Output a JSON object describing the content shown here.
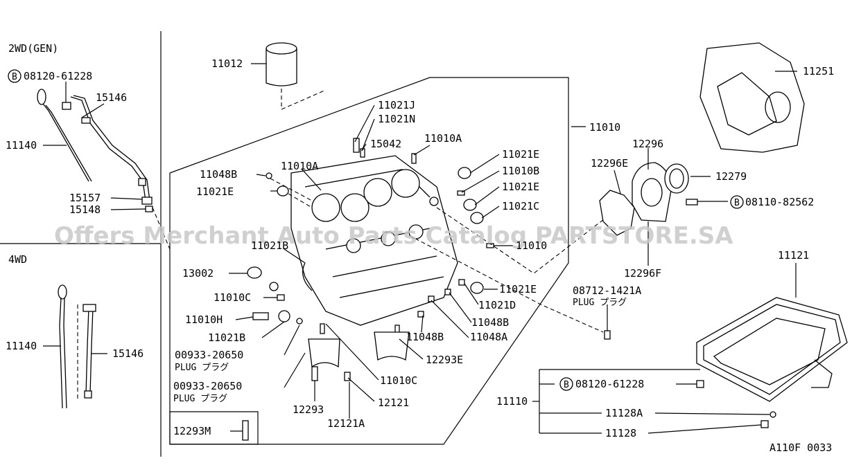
{
  "sections": {
    "top_left": "2WD(GEN)",
    "mid_left": "4WD"
  },
  "labels": {
    "p11012": "11012",
    "p11021J": "11021J",
    "p11021N": "11021N",
    "p15042": "15042",
    "p11010A_top": "11010A",
    "p11010": "11010",
    "p11048B_left": "11048B",
    "p11010A": "11010A",
    "p11021E_left": "11021E",
    "p11021E_r1": "11021E",
    "p11010B": "11010B",
    "p11021E_r2": "11021E",
    "p11021C": "11021C",
    "p11010_r": "11010",
    "p11021E_low": "11021E",
    "p11021D": "11021D",
    "p11048B_r": "11048B",
    "p11048B_mid": "11048B",
    "p11048A": "11048A",
    "p12293E": "12293E",
    "p11010C_bot": "11010C",
    "p12121": "12121",
    "p12121A": "12121A",
    "p12293": "12293",
    "p12293M": "12293M",
    "p11021B_top": "11021B",
    "p13002": "13002",
    "p11010C": "11010C",
    "p11010H": "11010H",
    "p11021B": "11021B",
    "p00933a": "00933-20650",
    "plug_a": "PLUG プラグ",
    "p00933b": "00933-20650",
    "plug_b": "PLUG プラグ",
    "p08120_top": "08120-61228",
    "p15146_top": "15146",
    "p11140_top": "11140",
    "p15157": "15157",
    "p15148": "15148",
    "p11140_bot": "11140",
    "p15146_bot": "15146",
    "p11251": "11251",
    "p12296": "12296",
    "p12296E": "12296E",
    "p12279": "12279",
    "p08110": "08110-82562",
    "p12296F": "12296F",
    "p08712": "08712-1421A",
    "plug_c": "PLUG プラグ",
    "p11121": "11121",
    "p11110": "11110",
    "p08120_bot": "08120-61228",
    "p11128A": "11128A",
    "p11128": "11128",
    "bolt_mark": "B",
    "figure_code": "A110F 0033"
  },
  "watermark": "Offers Merchant Auto Parts Catalog PARTSTORE.SA"
}
